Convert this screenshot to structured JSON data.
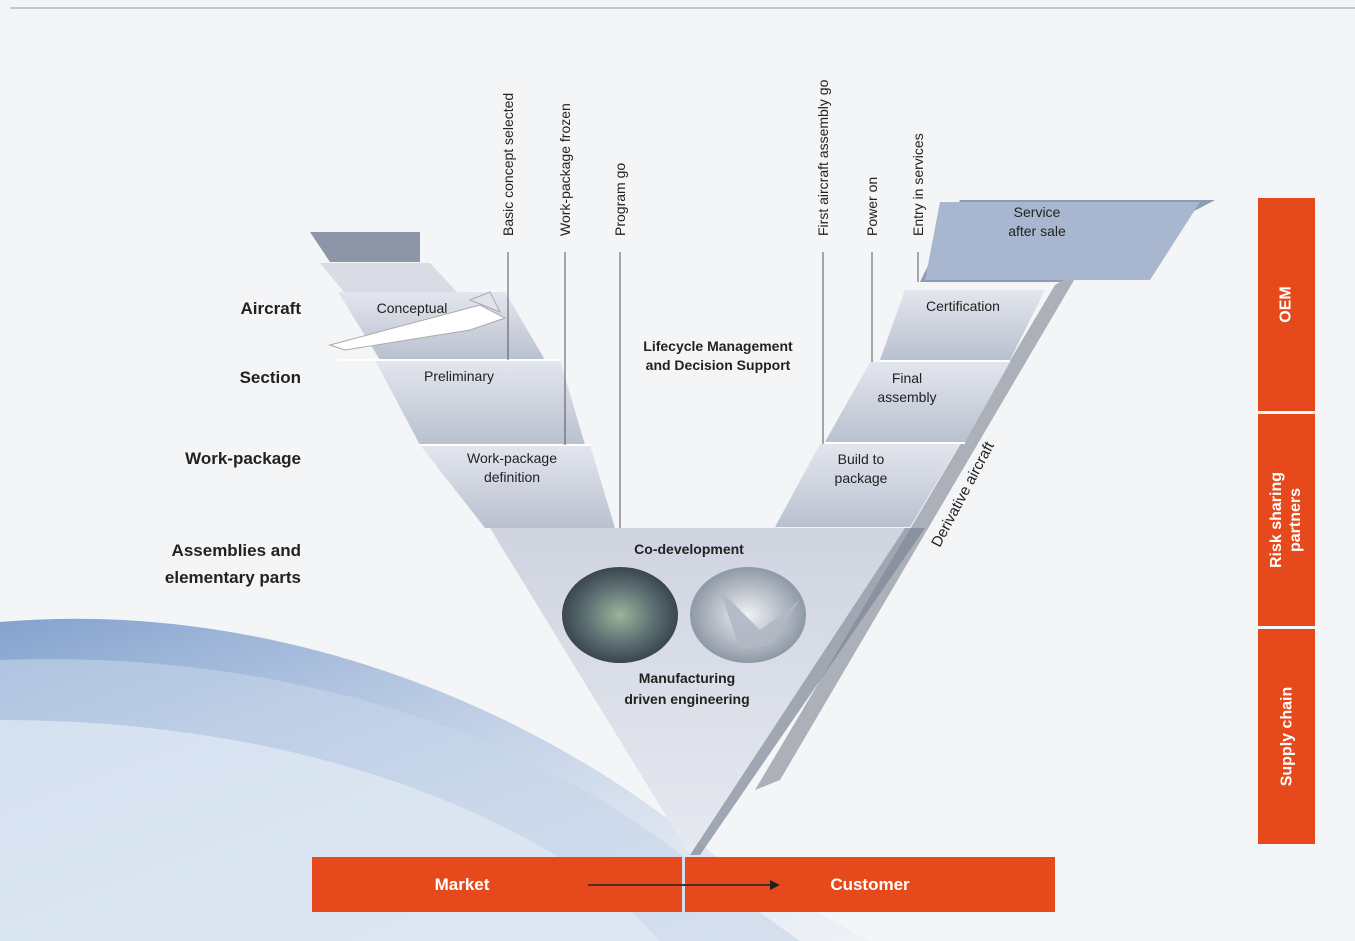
{
  "levels": {
    "aircraft": "Aircraft",
    "section": "Section",
    "work_package": "Work-package",
    "assemblies_1": "Assemblies and",
    "assemblies_2": "elementary parts"
  },
  "gates_left": {
    "basic_concept": "Basic concept selected",
    "work_package_frozen": "Work-package frozen",
    "program_go": "Program go"
  },
  "gates_right": {
    "first_assembly": "First aircraft assembly go",
    "power_on": "Power on",
    "entry_services": "Entry in services"
  },
  "left_arm": {
    "conceptual": "Conceptual",
    "preliminary": "Preliminary",
    "wp_definition_1": "Work-package",
    "wp_definition_2": "definition"
  },
  "right_arm": {
    "service_1": "Service",
    "service_2": "after sale",
    "certification": "Certification",
    "final_1": "Final",
    "final_2": "assembly",
    "build_1": "Build to",
    "build_2": "package",
    "derivative": "Derivative aircraft"
  },
  "center": {
    "lifecycle_1": "Lifecycle Management",
    "lifecycle_2": "and Decision Support",
    "co_development": "Co-development",
    "mde_1": "Manufacturing",
    "mde_2": "driven engineering"
  },
  "side_boxes": {
    "oem": "OEM",
    "risk_1": "Risk sharing",
    "risk_2": "partners",
    "supply": "Supply chain"
  },
  "bottom": {
    "market": "Market",
    "customer": "Customer"
  },
  "colors": {
    "accent": "#e64a1c",
    "panel": "#c7cdd9",
    "panel_dark": "#8d96a6",
    "wave": "#9fb6d6"
  }
}
